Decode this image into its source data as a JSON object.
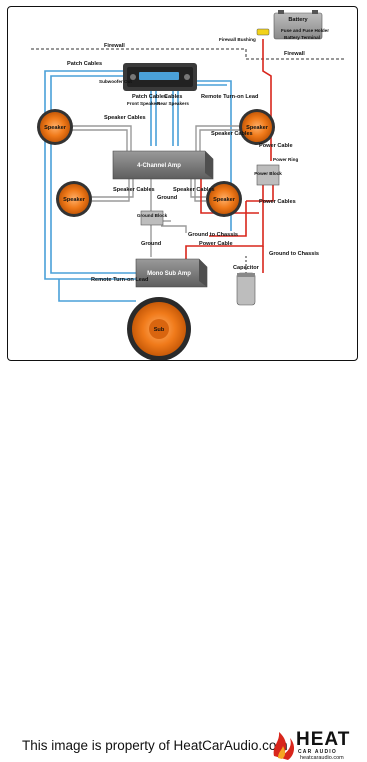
{
  "labels": {
    "firewall_top": "Firewall",
    "firewall_right": "Firewall",
    "firewall_bushing": "Firewall Bushing",
    "battery": "Battery",
    "fuse_holder": "Fuse and Fuse Holder",
    "battery_terminal": "Battery Terminal",
    "patch_cables_left": "Patch Cables",
    "subwoofer_out": "Subwoofer Out",
    "patch_cables_front": "Patch Cables",
    "front_speakers": "Front Speakers",
    "patch_cables_rear": "Cables",
    "rear_speakers": "Rear Speakers",
    "remote_turn_on_top": "Remote Turn-on Lead",
    "speaker_cables_left_top": "Speaker Cables",
    "speaker_cables_right_top": "Speaker Cables",
    "speaker_cables_left_bottom": "Speaker Cables",
    "speaker_cables_right_bottom": "Speaker Cables",
    "four_channel_amp": "4-Channel Amp",
    "ground": "Ground",
    "ground_block": "Ground Block",
    "ground_to_chassis_1": "Ground to Chassis",
    "ground_lower": "Ground",
    "power_cable_right": "Power Cable",
    "power_ring": "Power Ring",
    "power_block": "Power Block",
    "power_cables": "Power Cables",
    "power_cable_lower": "Power Cable",
    "ground_to_chassis_2": "Ground to Chassis",
    "mono_sub_amp": "Mono Sub Amp",
    "remote_turn_on_bottom": "Remote Turn-on Lead",
    "capacitor": "Capacitor",
    "speaker_1": "Speaker",
    "speaker_2": "Speaker",
    "speaker_3": "Speaker",
    "speaker_4": "Speaker",
    "sub": "Sub"
  },
  "footer": {
    "copyright": "This image is property of HeatCarAudio.com",
    "logo_word": "HEAT",
    "logo_sub": "CAR AUDIO",
    "logo_url": "heatcaraudio.com"
  },
  "colors": {
    "speaker_orange": "#f07a1a",
    "power_red": "#d8261c",
    "signal_blue": "#4aa0d8",
    "amp_grey": "#7f7f7f",
    "fuse_yellow": "#f2d21a"
  }
}
